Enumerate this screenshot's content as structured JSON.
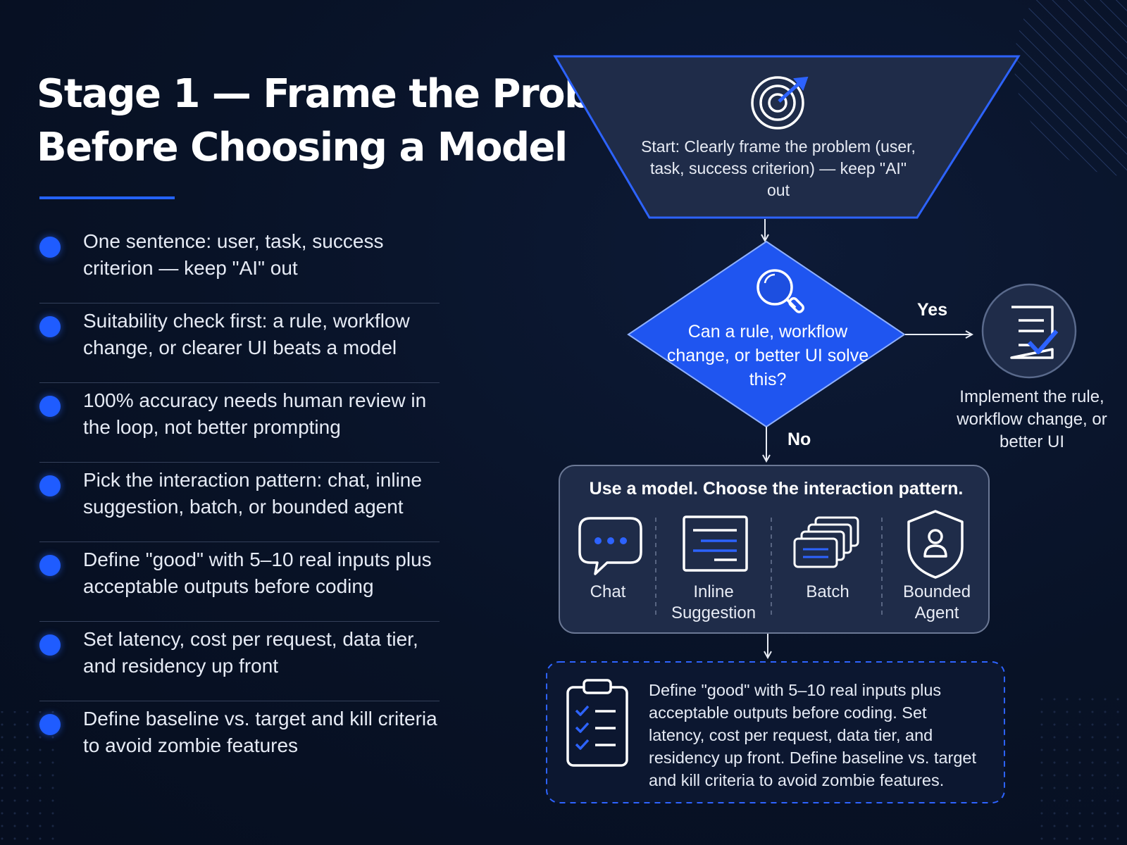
{
  "title": {
    "line1": "Stage 1 — Frame the Problem",
    "line2": "Before Choosing a Model"
  },
  "bullets": [
    "One sentence: user, task, success criterion — keep \"AI\" out",
    "Suitability check first: a rule, workflow change, or clearer UI beats a model",
    "100% accuracy needs human review in the loop, not better prompting",
    "Pick the interaction pattern: chat, inline suggestion, batch, or bounded agent",
    "Define \"good\" with 5–10 real inputs plus acceptable outputs before coding",
    "Set latency, cost per request, data tier, and residency up front",
    "Define baseline vs. target and kill criteria to avoid zombie features"
  ],
  "flow": {
    "start": "Start: Clearly frame the problem (user, task, success criterion) — keep \"AI\" out",
    "decision": "Can a rule, workflow change, or better UI solve this?",
    "yes_label": "Yes",
    "no_label": "No",
    "yes_outcome": "Implement the rule, workflow change, or better UI",
    "model_box": {
      "heading": "Use a model. Choose the interaction pattern.",
      "patterns": [
        "Chat",
        "Inline Suggestion",
        "Batch",
        "Bounded Agent"
      ]
    },
    "define": "Define \"good\" with 5–10 real inputs plus acceptable outputs before coding. Set latency, cost per request, data tier, and residency up front. Define baseline vs. target and kill criteria to avoid zombie features."
  },
  "colors": {
    "background": "#081226",
    "accent": "#2563ff",
    "decision_fill": "#1f55f0",
    "panel": "#1f2c49"
  },
  "icons": {
    "start": "target-icon",
    "decision": "magnifier-icon",
    "yes_outcome": "checklist-document-icon",
    "chat": "chat-bubble-icon",
    "inline": "text-lines-icon",
    "batch": "stacked-cards-icon",
    "agent": "shield-user-icon",
    "define": "clipboard-checklist-icon"
  }
}
